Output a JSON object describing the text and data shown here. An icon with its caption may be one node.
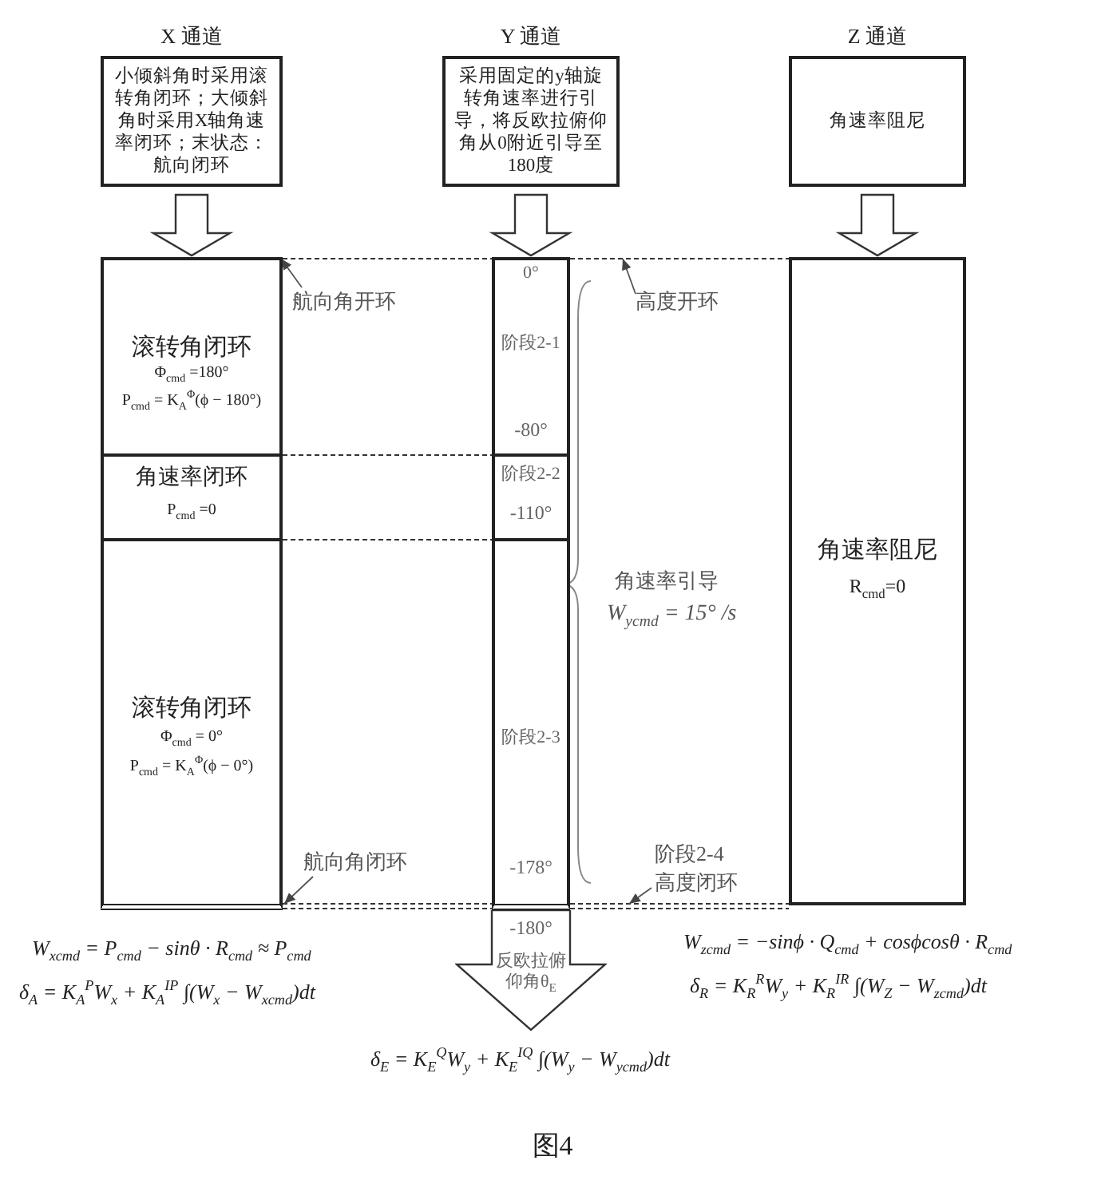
{
  "diagram": {
    "caption": "图4",
    "nodes": [
      {
        "text": [
          "X 通道",
          "小倾斜角时采用滚转角闭环；大倾斜角时采用X轴角速率闭环；末状态：航向闭环"
        ]
      },
      {
        "text": [
          "Y 通道",
          "采用固定的y轴旋转角速率进行引导，将反欧拉俯仰角从0附近引导至 180度"
        ]
      },
      {
        "text": [
          "Z 通道",
          "角速率阻尼"
        ]
      },
      {
        "text": [
          "滚转角闭环",
          "Φ$_{cmd}$ =180°",
          "P$_{cmd}$ = K$_{A}$$^{Φ}$(ϕ − 180°)"
        ]
      },
      {
        "text": [
          "角速率闭环",
          "P$_{cmd}$ =0"
        ]
      },
      {
        "text": [
          "滚转角闭环",
          "Φ$_{cmd}$ = 0°",
          "P$_{cmd}$ = K$_{A}$$^{Φ}$(ϕ − 0°)"
        ]
      },
      {
        "text": [
          "0°",
          "阶段2-1",
          "-80°"
        ]
      },
      {
        "text": [
          "阶段2-2",
          "-110°"
        ]
      },
      {
        "text": [
          "阶段2-3",
          "-178°"
        ]
      },
      {
        "text": [
          "-180°",
          "反欧拉俯仰角θ$_{E}$"
        ]
      },
      {
        "text": [
          "角速率阻尼",
          "R$_{cmd}$=0"
        ]
      },
      {
        "text": [
          "航向角开环"
        ]
      },
      {
        "text": [
          "高度开环"
        ]
      },
      {
        "text": [
          "航向角闭环"
        ]
      },
      {
        "text": [
          "阶段2-4",
          "高度闭环"
        ]
      }
    ],
    "edges": [
      {
        "from": 0,
        "to": 3,
        "arrow": "to"
      },
      {
        "from": 1,
        "to": 6,
        "arrow": "to"
      },
      {
        "from": 2,
        "to": 10,
        "arrow": "to"
      },
      {
        "from": 11,
        "to": null,
        "arrow": "to"
      },
      {
        "from": 12,
        "to": null,
        "arrow": "to"
      },
      {
        "from": 13,
        "to": null,
        "arrow": "to"
      },
      {
        "from": 14,
        "to": null,
        "arrow": "to"
      }
    ],
    "labels": [
      "角速率引导",
      "W$_{ycmd}$ = 15° /s",
      "W$_{xcmd}$ = P$_{cmd}$ − sinθ · R$_{cmd}$ ≈ P$_{cmd}$",
      "δ$_{A}$ = K$_{A}$$^{P}$W$_{x}$ + K$_{A}$$^{IP}$ ∫(W$_{x}$ − W$_{xcmd}$)dt",
      "W$_{zcmd}$ = −sinϕ · Q$_{cmd}$ + cosϕcosθ · R$_{cmd}$",
      "δ$_{R}$ = K$_{R}$$^{R}$W$_{y}$ + K$_{R}$$^{IR}$ ∫(W$_{Z}$ − W$_{zcmd}$)dt",
      "δ$_{E}$ = K$_{E}$$^{Q}$W$_{y}$ + K$_{E}$$^{IQ}$ ∫(W$_{y}$ − W$_{ycmd}$)dt"
    ]
  }
}
